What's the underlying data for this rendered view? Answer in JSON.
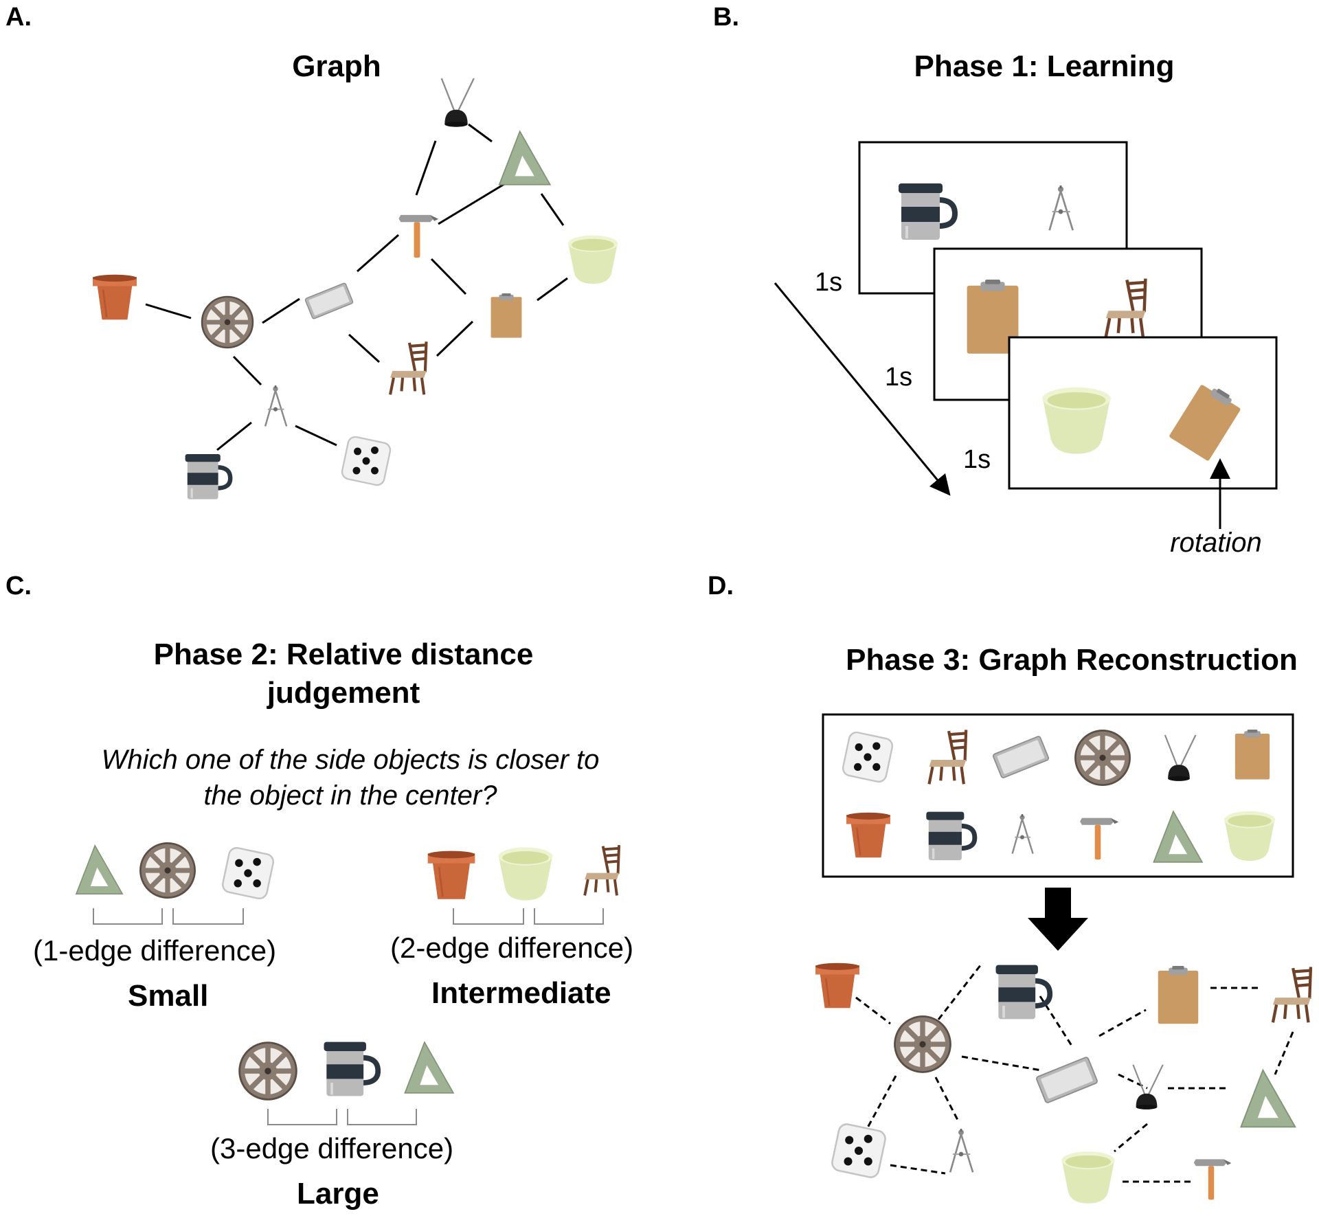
{
  "panels": {
    "a": {
      "label": "A.",
      "title": "Graph"
    },
    "b": {
      "label": "B.",
      "title": "Phase 1: Learning",
      "time_labels": [
        "1s",
        "1s",
        "1s"
      ],
      "rotation_note": "rotation"
    },
    "c": {
      "label": "C.",
      "title_line1": "Phase 2: Relative distance",
      "title_line2": "judgement",
      "question_line1": "Which one of the side objects is closer to",
      "question_line2": "the object in the center?",
      "conditions": [
        {
          "difference": "(1-edge difference)",
          "level": "Small"
        },
        {
          "difference": "(2-edge difference)",
          "level": "Intermediate"
        },
        {
          "difference": "(3-edge difference)",
          "level": "Large"
        }
      ]
    },
    "d": {
      "label": "D.",
      "title": "Phase 3: Graph Reconstruction"
    }
  },
  "objects": [
    "pot",
    "film-reel",
    "tray",
    "hammer",
    "tv-antenna",
    "set-square",
    "bowl",
    "clipboard",
    "chair",
    "compass",
    "mug",
    "die"
  ],
  "graph_edges": [
    [
      "pot",
      "film-reel"
    ],
    [
      "film-reel",
      "tray"
    ],
    [
      "film-reel",
      "compass"
    ],
    [
      "compass",
      "mug"
    ],
    [
      "compass",
      "die"
    ],
    [
      "tray",
      "hammer"
    ],
    [
      "tray",
      "chair"
    ],
    [
      "hammer",
      "tv-antenna"
    ],
    [
      "hammer",
      "set-square"
    ],
    [
      "hammer",
      "clipboard"
    ],
    [
      "tv-antenna",
      "set-square"
    ],
    [
      "set-square",
      "bowl"
    ],
    [
      "bowl",
      "clipboard"
    ],
    [
      "clipboard",
      "chair"
    ]
  ],
  "colors": {
    "terracotta": "#c9663a",
    "reel": "#8a7b70",
    "steel": "#c8c8c8",
    "bowl": "#dfe9b8",
    "clipboard": "#c99a63",
    "wood": "#6e4128",
    "set_square": "#9fb394",
    "mug_dark": "#2a3540",
    "handle": "#e08d4a"
  }
}
